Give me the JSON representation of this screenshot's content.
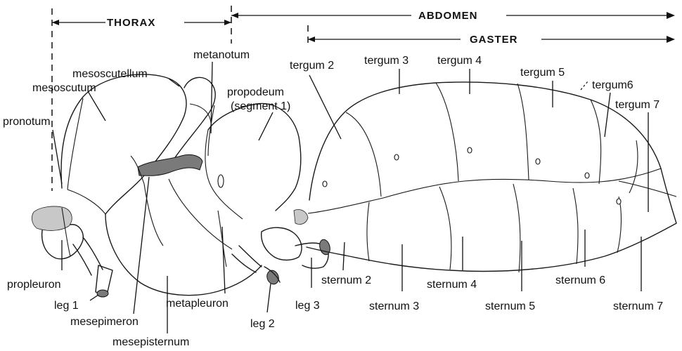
{
  "regions": {
    "thorax": "THORAX",
    "abdomen": "ABDOMEN",
    "gaster": "GASTER"
  },
  "labels": {
    "pronotum": "pronotum",
    "mesoscutum": "mesoscutum",
    "mesoscutellum": "mesoscutellum",
    "metanotum": "metanotum",
    "propodeum": "propodeum",
    "propodeum_segment": "(segment 1)",
    "tergum2": "tergum 2",
    "tergum3": "tergum 3",
    "tergum4": "tergum 4",
    "tergum5": "tergum 5",
    "tergum6": "tergum6",
    "tergum7": "tergum 7",
    "propleuron": "propleuron",
    "leg1": "leg 1",
    "mesepimeron": "mesepimeron",
    "mesepisternum": "mesepisternum",
    "metapleuron": "metapleuron",
    "leg2": "leg 2",
    "leg3": "leg 3",
    "sternum2": "sternum 2",
    "sternum3": "sternum 3",
    "sternum4": "sternum 4",
    "sternum5": "sternum 5",
    "sternum6": "sternum 6",
    "sternum7": "sternum 7"
  }
}
